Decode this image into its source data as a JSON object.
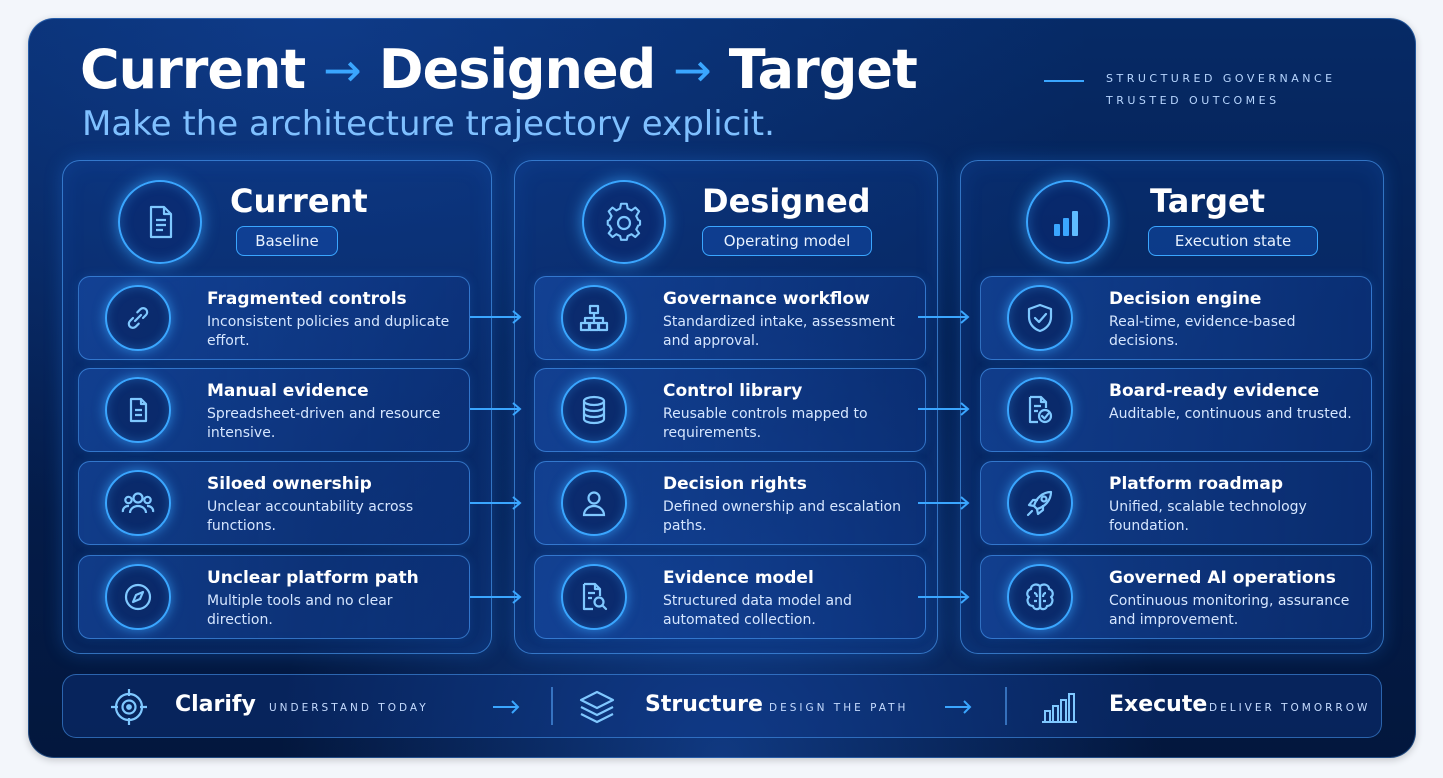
{
  "header": {
    "title_parts": [
      "Current",
      "Designed",
      "Target"
    ],
    "arrow_glyph": "→",
    "subtitle": "Make the architecture trajectory explicit.",
    "tagline": [
      "STRUCTURED GOVERNANCE",
      "TRUSTED OUTCOMES"
    ]
  },
  "columns": [
    {
      "title": "Current",
      "badge": "Baseline",
      "icon": "document-icon",
      "cards": [
        {
          "title": "Fragmented controls",
          "desc": "Inconsistent policies and duplicate effort.",
          "icon": "link-icon"
        },
        {
          "title": "Manual evidence",
          "desc": "Spreadsheet-driven and resource intensive.",
          "icon": "file-icon"
        },
        {
          "title": "Siloed ownership",
          "desc": "Unclear accountability across functions.",
          "icon": "users-icon"
        },
        {
          "title": "Unclear platform path",
          "desc": "Multiple tools and no clear direction.",
          "icon": "compass-icon"
        }
      ]
    },
    {
      "title": "Designed",
      "badge": "Operating model",
      "icon": "gear-icon",
      "cards": [
        {
          "title": "Governance workflow",
          "desc": "Standardized intake, assessment and approval.",
          "icon": "hierarchy-icon"
        },
        {
          "title": "Control library",
          "desc": "Reusable controls mapped to requirements.",
          "icon": "database-icon"
        },
        {
          "title": "Decision rights",
          "desc": "Defined ownership and escalation paths.",
          "icon": "person-icon"
        },
        {
          "title": "Evidence model",
          "desc": "Structured data model and automated collection.",
          "icon": "document-search-icon"
        }
      ]
    },
    {
      "title": "Target",
      "badge": "Execution state",
      "icon": "bar-chart-icon",
      "cards": [
        {
          "title": "Decision engine",
          "desc": "Real-time, evidence-based decisions.",
          "icon": "shield-check-icon"
        },
        {
          "title": "Board-ready evidence",
          "desc": "Auditable, continuous and trusted.",
          "icon": "document-check-icon"
        },
        {
          "title": "Platform roadmap",
          "desc": "Unified, scalable technology foundation.",
          "icon": "rocket-icon"
        },
        {
          "title": "Governed AI operations",
          "desc": "Continuous monitoring, assurance and improvement.",
          "icon": "brain-icon"
        }
      ]
    }
  ],
  "steps": [
    {
      "name": "Clarify",
      "desc": "UNDERSTAND TODAY",
      "icon": "target-icon"
    },
    {
      "name": "Structure",
      "desc": "DESIGN THE PATH",
      "icon": "layers-icon"
    },
    {
      "name": "Execute",
      "desc": "DELIVER TOMORROW",
      "icon": "growth-chart-icon"
    }
  ],
  "colors": {
    "accent": "#3aa6ff",
    "background": "#041d4c",
    "text": "#ffffff"
  }
}
